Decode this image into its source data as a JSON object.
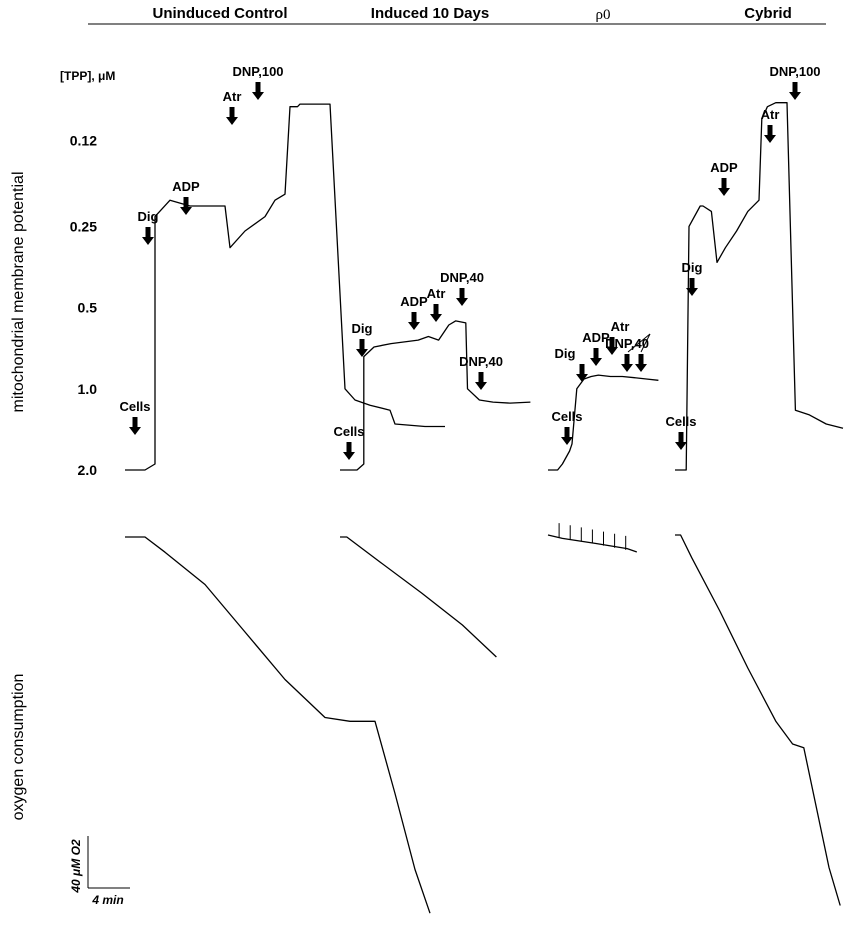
{
  "figure": {
    "headers": [
      "Uninduced Control",
      "Induced 10 Days",
      "ρ0",
      "Cybrid"
    ],
    "y_title_top": "mitochondrial membrane potential",
    "y_title_bottom": "oxygen consumption",
    "tpp_unit": "[TPP], μM",
    "scale_bar": {
      "vertical_label": "40 μM O2",
      "horizontal_label": "4 min"
    }
  },
  "chart_data": [
    {
      "type": "line",
      "title": "mitochondrial membrane potential",
      "ylabel": "[TPP], μM",
      "y_scale": "log",
      "y_inverted": true,
      "yticks": [
        0.12,
        0.25,
        0.5,
        1.0,
        2.0
      ],
      "ytick_labels": [
        "0.12",
        "0.25",
        "0.5",
        "1.0",
        "2.0"
      ],
      "series": [
        {
          "name": "Uninduced Control",
          "x": [
            0.0,
            0.4,
            0.6,
            0.6,
            0.9,
            1.3,
            1.6,
            2.0,
            2.1,
            2.4,
            2.8,
            3.0,
            3.2,
            3.3,
            3.45,
            3.5,
            3.9,
            4.1,
            4.4,
            4.6,
            4.9,
            5.3,
            5.4,
            6.0,
            6.4
          ],
          "y": [
            2.0,
            2.0,
            1.9,
            0.23,
            0.2,
            0.21,
            0.21,
            0.21,
            0.3,
            0.26,
            0.23,
            0.2,
            0.19,
            0.09,
            0.09,
            0.088,
            0.088,
            0.088,
            1.0,
            1.1,
            1.15,
            1.2,
            1.35,
            1.38,
            1.38
          ],
          "annotations": [
            "Cells",
            "Dig",
            "ADP",
            "Atr",
            "DNP,100"
          ]
        },
        {
          "name": "Induced 10 Days",
          "x": [
            0.0,
            0.5,
            0.7,
            0.7,
            1.0,
            1.5,
            2.3,
            2.6,
            2.9,
            3.2,
            3.4,
            3.7,
            3.75,
            4.1,
            4.5,
            5.0,
            5.6
          ],
          "y": [
            2.0,
            2.0,
            1.9,
            0.76,
            0.7,
            0.68,
            0.66,
            0.64,
            0.66,
            0.58,
            0.56,
            0.57,
            1.0,
            1.1,
            1.12,
            1.13,
            1.12
          ],
          "annotations": [
            "Cells",
            "Dig",
            "ADP",
            "Atr",
            "DNP,40",
            "DNP,40"
          ]
        },
        {
          "name": "ρ0",
          "x": [
            0.0,
            0.4,
            0.6,
            0.9,
            1.0,
            1.2,
            1.5,
            1.8,
            2.1,
            2.6,
            3.1,
            3.6,
            4.1,
            4.6
          ],
          "y": [
            2.0,
            2.0,
            1.9,
            1.7,
            1.6,
            1.0,
            0.92,
            0.9,
            0.89,
            0.9,
            0.9,
            0.91,
            0.92,
            0.93
          ],
          "annotations": [
            "Cells",
            "Dig",
            "ADP",
            "Atr",
            "DNP,40"
          ]
        },
        {
          "name": "Cybrid",
          "x": [
            0.0,
            0.4,
            0.5,
            0.9,
            1.0,
            1.3,
            1.5,
            1.8,
            2.2,
            2.6,
            3.0,
            3.1,
            3.3,
            3.6,
            4.0,
            4.3,
            4.8,
            5.4,
            6.0
          ],
          "y": [
            2.0,
            2.0,
            0.25,
            0.21,
            0.21,
            0.22,
            0.34,
            0.3,
            0.26,
            0.22,
            0.2,
            0.1,
            0.09,
            0.087,
            0.087,
            1.2,
            1.25,
            1.35,
            1.4
          ],
          "annotations": [
            "Cells",
            "Dig",
            "ADP",
            "Atr",
            "DNP,100"
          ]
        }
      ]
    },
    {
      "type": "line",
      "title": "oxygen consumption",
      "xlabel": "4 min",
      "ylabel": "40 μM O2",
      "series": [
        {
          "name": "Uninduced Control",
          "x": [
            0,
            0.4,
            0.8,
            1.6,
            2.4,
            3.2,
            4.0,
            4.5,
            5.0,
            5.4,
            5.8,
            6.1
          ],
          "y": [
            0,
            0,
            -8,
            -25,
            -50,
            -75,
            -95,
            -97,
            -97,
            -135,
            -175,
            -198
          ]
        },
        {
          "name": "Induced 10 Days",
          "x": [
            0,
            0.2,
            1.2,
            2.4,
            3.6,
            4.6
          ],
          "y": [
            0,
            0,
            -16,
            -35,
            -55,
            -75
          ]
        },
        {
          "name": "ρ0",
          "x": [
            0,
            0.6,
            2.0,
            3.3,
            3.7
          ],
          "y": [
            0,
            -2,
            -5,
            -8,
            -10
          ]
        },
        {
          "name": "Cybrid",
          "x": [
            0,
            0.2,
            0.6,
            1.6,
            2.6,
            3.6,
            4.2,
            4.6,
            5.0,
            5.5,
            5.9
          ],
          "y": [
            0,
            0,
            -12,
            -40,
            -70,
            -98,
            -110,
            -112,
            -140,
            -175,
            -195
          ]
        }
      ]
    }
  ],
  "arrows": [
    {
      "label": "Cells"
    },
    {
      "label": "Dig"
    },
    {
      "label": "ADP"
    },
    {
      "label": "Atr"
    },
    {
      "label": "DNP,100"
    },
    {
      "label": "Cells"
    },
    {
      "label": "Dig"
    },
    {
      "label": "ADP"
    },
    {
      "label": "Atr"
    },
    {
      "label": "DNP,40"
    },
    {
      "label": "DNP,40"
    },
    {
      "label": "Cells"
    },
    {
      "label": "Dig"
    },
    {
      "label": "ADP"
    },
    {
      "label": "Atr"
    },
    {
      "label": "DNP,40"
    },
    {
      "label": "Cells"
    },
    {
      "label": "Dig"
    },
    {
      "label": "ADP"
    },
    {
      "label": "Atr"
    },
    {
      "label": "DNP,100"
    }
  ]
}
